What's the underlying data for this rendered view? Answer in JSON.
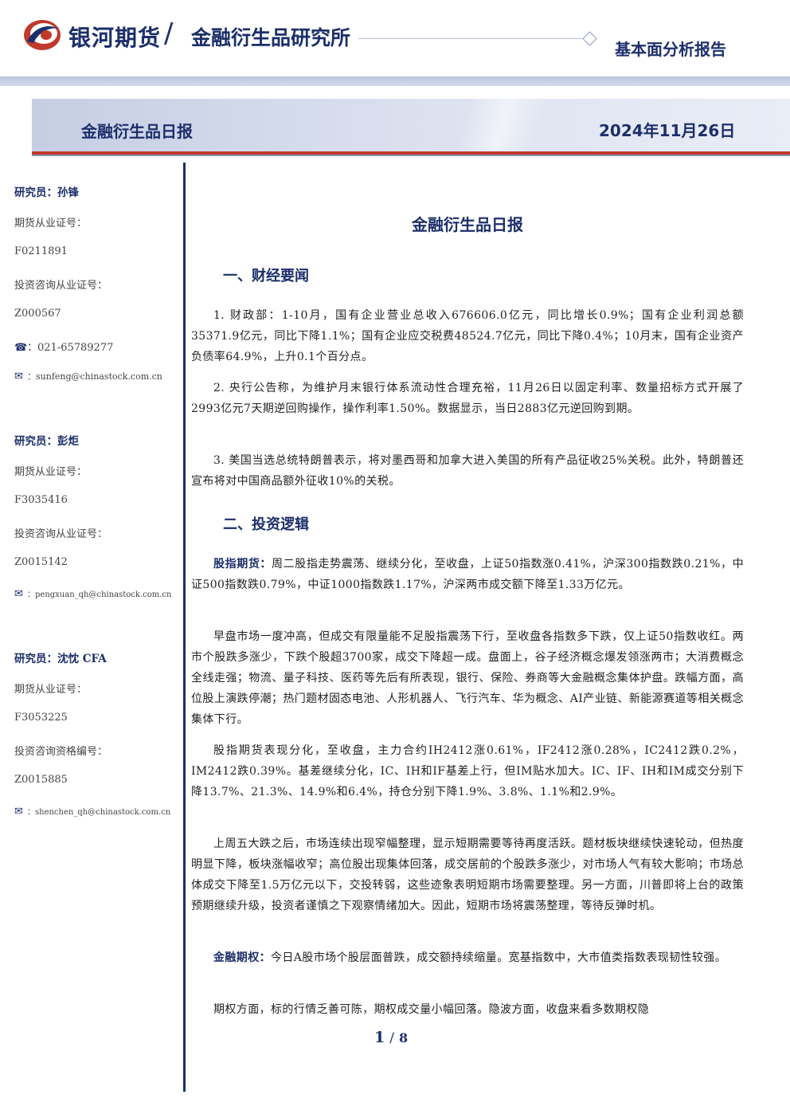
{
  "header": {
    "brand": "银河期货",
    "slash": "/",
    "institute": "金融衍生品研究所",
    "report_type": "基本面分析报告",
    "brand_color": "#1c2f6b",
    "accent_color": "#c0392b"
  },
  "banner": {
    "title": "金融衍生品日报",
    "date": "2024年11月26日"
  },
  "sidebar": {
    "researchers": [
      {
        "name": "研究员：孙锋",
        "license_label": "期货从业证号：",
        "license": "F0211891",
        "consult_label": "投资咨询从业证号：",
        "consult": "Z000567",
        "phone": "：021-65789277",
        "email": "：sunfeng@chinastock.com.cn"
      },
      {
        "name": "研究员：彭炬",
        "license_label": "期货从业证号：",
        "license": "F3035416",
        "consult_label": "投资咨询从业证号：",
        "consult": "Z0015142",
        "email": "：pengxuan_qh@chinastock.com.cn"
      },
      {
        "name": "研究员：沈忱 CFA",
        "license_label": "期货从业证号：",
        "license": "F3053225",
        "consult_label": "投资咨询资格编号：",
        "consult": "Z0015885",
        "email": "：shenchen_qh@chinastock.com.cn"
      }
    ]
  },
  "main": {
    "title": "金融衍生品日报",
    "section1": {
      "title": "一、财经要闻",
      "items": [
        "1. 财政部：1-10月，国有企业营业总收入676606.0亿元，同比增长0.9%；国有企业利润总额35371.9亿元，同比下降1.1%；国有企业应交税费48524.7亿元，同比下降0.4%；10月末，国有企业资产负债率64.9%，上升0.1个百分点。",
        "2. 央行公告称，为维护月末银行体系流动性合理充裕，11月26日以固定利率、数量招标方式开展了2993亿元7天期逆回购操作，操作利率1.50%。数据显示，当日2883亿元逆回购到期。",
        "3. 美国当选总统特朗普表示，将对墨西哥和加拿大进入美国的所有产品征收25%关税。此外，特朗普还宣布将对中国商品额外征收10%的关税。"
      ]
    },
    "section2": {
      "title": "二、投资逻辑",
      "p1_lead": "股指期货：",
      "p1": "周二股指走势震荡、继续分化，至收盘，上证50指数涨0.41%，沪深300指数跌0.21%，中证500指数跌0.79%，中证1000指数跌1.17%，沪深两市成交额下降至1.33万亿元。",
      "p2": "早盘市场一度冲高，但成交有限量能不足股指震荡下行，至收盘各指数多下跌，仅上证50指数收红。两市个股跌多涨少，下跌个股超3700家，成交下降超一成。盘面上，谷子经济概念爆发领涨两市；大消费概念全线走强；物流、量子科技、医药等先后有所表现，银行、保险、券商等大金融概念集体护盘。跌幅方面，高位股上演跌停潮；热门题材固态电池、人形机器人、飞行汽车、华为概念、AI产业链、新能源赛道等相关概念集体下行。",
      "p3": "股指期货表现分化，至收盘，主力合约IH2412涨0.61%，IF2412涨0.28%，IC2412跌0.2%，IM2412跌0.39%。基差继续分化，IC、IH和IF基差上行，但IM贴水加大。IC、IF、IH和IM成交分别下降13.7%、21.3%、14.9%和6.4%，持仓分别下降1.9%、3.8%、1.1%和2.9%。",
      "p4": "上周五大跌之后，市场连续出现窄幅整理，显示短期需要等待再度活跃。题材板块继续快速轮动，但热度明显下降，板块涨幅收窄；高位股出现集体回落，成交居前的个股跌多涨少，对市场人气有较大影响；市场总体成交下降至1.5万亿元以下，交投转弱，这些迹象表明短期市场需要整理。另一方面，川普即将上台的政策预期继续升级，投资者谨慎之下观察情绪加大。因此，短期市场将震荡整理，等待反弹时机。",
      "p5_lead": "金融期权：",
      "p5": "今日A股市场个股层面普跌，成交额持续缩量。宽基指数中，大市值类指数表现韧性较强。",
      "p6": "期权方面，标的行情乏善可陈，期权成交量小幅回落。隐波方面，收盘来看多数期权隐"
    }
  },
  "footer": {
    "page": "1",
    "sep": "/",
    "total": "8"
  }
}
